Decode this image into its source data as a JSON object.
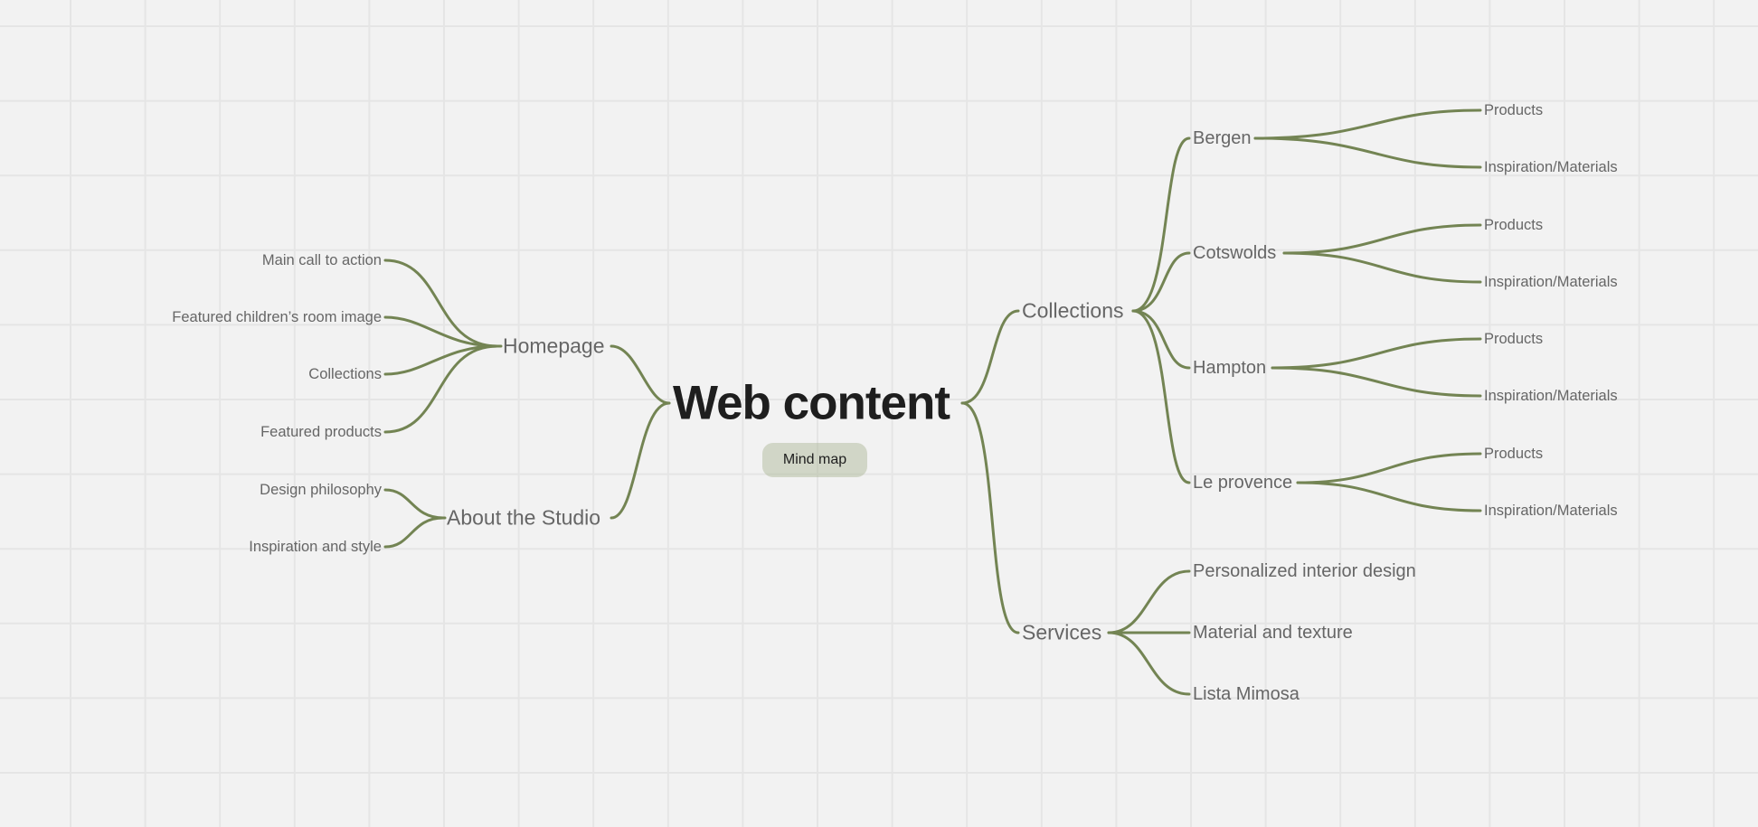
{
  "canvas": {
    "background": "#f2f2f2",
    "grid_color": "#e5e5e5",
    "link_color": "#738453"
  },
  "root": {
    "title": "Web content",
    "badge": "Mind map"
  },
  "left": {
    "homepage": {
      "label": "Homepage",
      "children": [
        "Main call to action",
        "Featured children’s room image",
        "Collections",
        "Featured products"
      ]
    },
    "about": {
      "label": "About the Studio",
      "children": [
        "Design philosophy",
        "Inspiration and style"
      ]
    }
  },
  "right": {
    "collections": {
      "label": "Collections",
      "children": [
        {
          "label": "Bergen",
          "children": [
            "Products",
            "Inspiration/Materials"
          ]
        },
        {
          "label": "Cotswolds",
          "children": [
            "Products",
            "Inspiration/Materials"
          ]
        },
        {
          "label": "Hampton",
          "children": [
            "Products",
            "Inspiration/Materials"
          ]
        },
        {
          "label": "Le provence",
          "children": [
            "Products",
            "Inspiration/Materials"
          ]
        }
      ]
    },
    "services": {
      "label": "Services",
      "children": [
        "Personalized interior design",
        "Material and texture",
        "Lista Mimosa"
      ]
    }
  }
}
